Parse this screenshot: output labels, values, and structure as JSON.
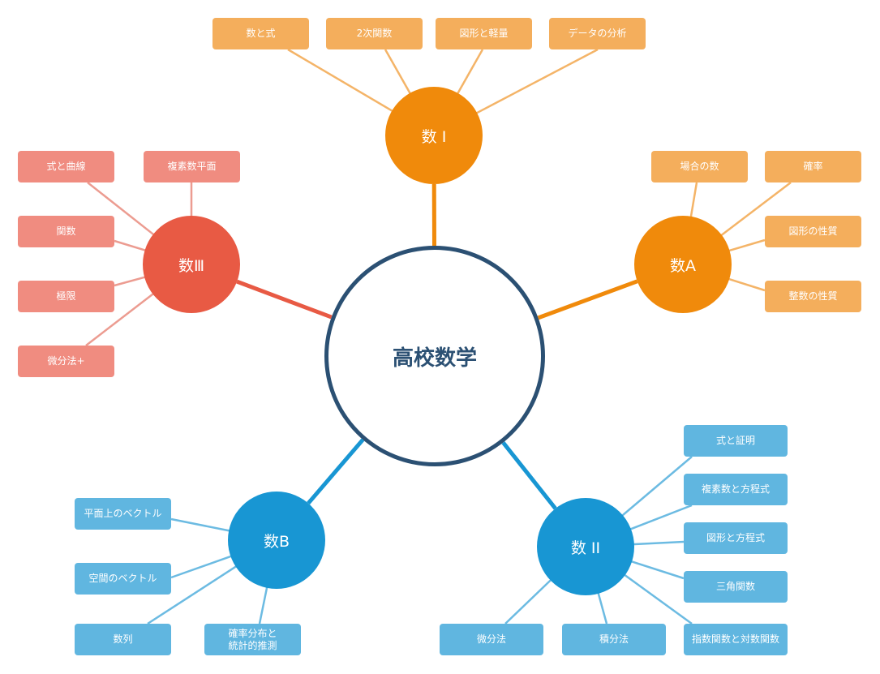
{
  "center": {
    "label": "高校数学",
    "color": "#2b5073"
  },
  "branches": [
    {
      "id": "math1",
      "label": "数 I",
      "color": "#f08a0b",
      "leaf_color": "#f4ae5c",
      "link_color": "#f4b468",
      "leaves": [
        {
          "label": "数と式"
        },
        {
          "label": "2次関数"
        },
        {
          "label": "図形と軽量"
        },
        {
          "label": "データの分析"
        }
      ]
    },
    {
      "id": "mathA",
      "label": "数A",
      "color": "#f08a0b",
      "leaf_color": "#f4ae5c",
      "link_color": "#f4b468",
      "leaves": [
        {
          "label": "場合の数"
        },
        {
          "label": "確率"
        },
        {
          "label": "図形の性質"
        },
        {
          "label": "整数の性質"
        }
      ]
    },
    {
      "id": "math3",
      "label": "数Ⅲ",
      "color": "#e85a44",
      "leaf_color": "#f08c80",
      "link_color": "#ec9c91",
      "leaves": [
        {
          "label": "式と曲線"
        },
        {
          "label": "複素数平面"
        },
        {
          "label": "関数"
        },
        {
          "label": "極限"
        },
        {
          "label": "微分法+"
        }
      ]
    },
    {
      "id": "mathB",
      "label": "数B",
      "color": "#1896d3",
      "leaf_color": "#60b6e0",
      "link_color": "#6cbbe2",
      "leaves": [
        {
          "label": "平面上のベクトル"
        },
        {
          "label": "空間のベクトル"
        },
        {
          "label": "数列"
        },
        {
          "label": "確率分布と\n統計的推測"
        }
      ]
    },
    {
      "id": "math2",
      "label": "数 II",
      "color": "#1896d3",
      "leaf_color": "#60b6e0",
      "link_color": "#6cbbe2",
      "leaves": [
        {
          "label": "式と証明"
        },
        {
          "label": "複素数と方程式"
        },
        {
          "label": "図形と方程式"
        },
        {
          "label": "三角関数"
        },
        {
          "label": "指数関数と対数関数"
        },
        {
          "label": "微分法"
        },
        {
          "label": "積分法"
        }
      ]
    }
  ]
}
